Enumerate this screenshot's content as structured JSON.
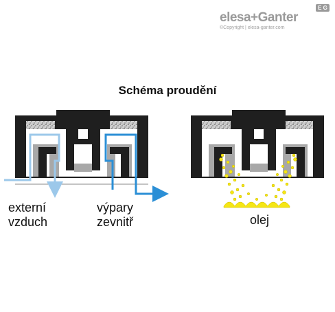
{
  "logo": {
    "brand": "elesa+Ganter",
    "copyright": "©Copyright | elesa-ganter.com",
    "badge": "E G"
  },
  "title": "Schéma proudění",
  "labels": {
    "external_air_line1": "externí",
    "external_air_line2": "vzduch",
    "inner_vapors_line1": "výpary",
    "inner_vapors_line2": "zevnitř",
    "oil": "olej"
  },
  "colors": {
    "body": "#1f1f1f",
    "inner_gray": "#a8a8a8",
    "air_flow": "#2b8fd6",
    "air_flow_light": "#9cc8ea",
    "oil": "#f5e614",
    "filter_bg": "#d0d0d0"
  }
}
